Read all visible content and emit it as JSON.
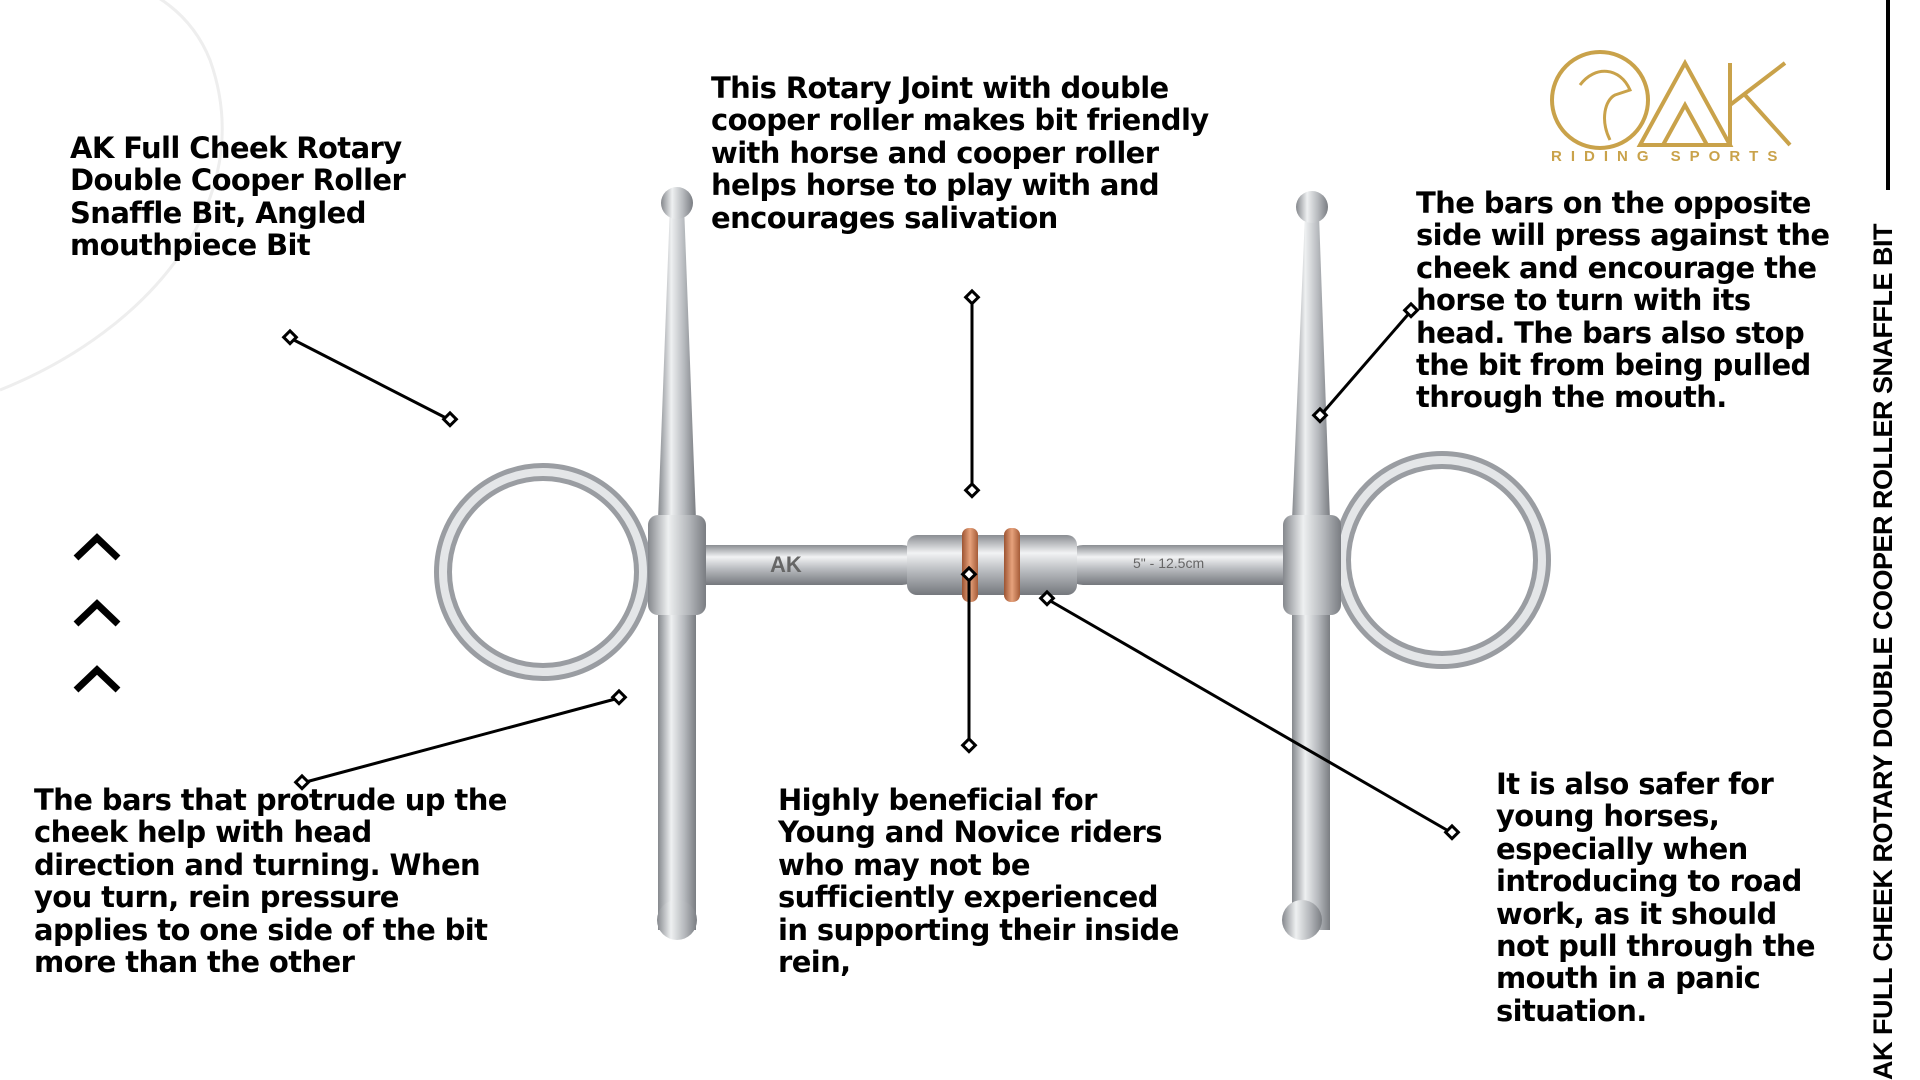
{
  "annotations": {
    "title": "AK Full Cheek Rotary\nDouble Cooper Roller\nSnaffle Bit, Angled\nmouthpiece Bit",
    "rotary_joint": "This Rotary Joint with double\ncooper roller makes bit friendly\nwith horse and cooper roller\nhelps horse to play with and\nencourages salivation",
    "opposite_bars": "The bars on the opposite\nside will press against the\ncheek and encourage the\nhorse to turn with its\nhead. The bars also stop\nthe bit from being pulled\nthrough the mouth.",
    "protruding_bars": "The bars that protrude up the\ncheek help with head\ndirection and turning. When\nyou turn, rein pressure\napplies to one side of the bit\nmore than the other",
    "novice_riders": "Highly beneficial for\nYoung and Novice riders\nwho may not be\nsufficiently experienced\nin supporting their inside\nrein,",
    "young_horses": "It is also safer for\nyoung horses,\nespecially when\nintroducing to road\nwork, as it should\nnot pull through the\nmouth in a panic\nsituation."
  },
  "side_title": "AK FULL CHEEK ROTARY DOUBLE COOPER ROLLER SNAFFLE BIT",
  "logo": {
    "mark": "AK",
    "tagline": "RIDING SPORTS"
  },
  "bit_engraving": {
    "brand": "AK",
    "size": "5\" - 12.5cm"
  },
  "colors": {
    "gold": "#c9a24a",
    "copper": "#c77b52",
    "steel": "#b9bcc0"
  }
}
